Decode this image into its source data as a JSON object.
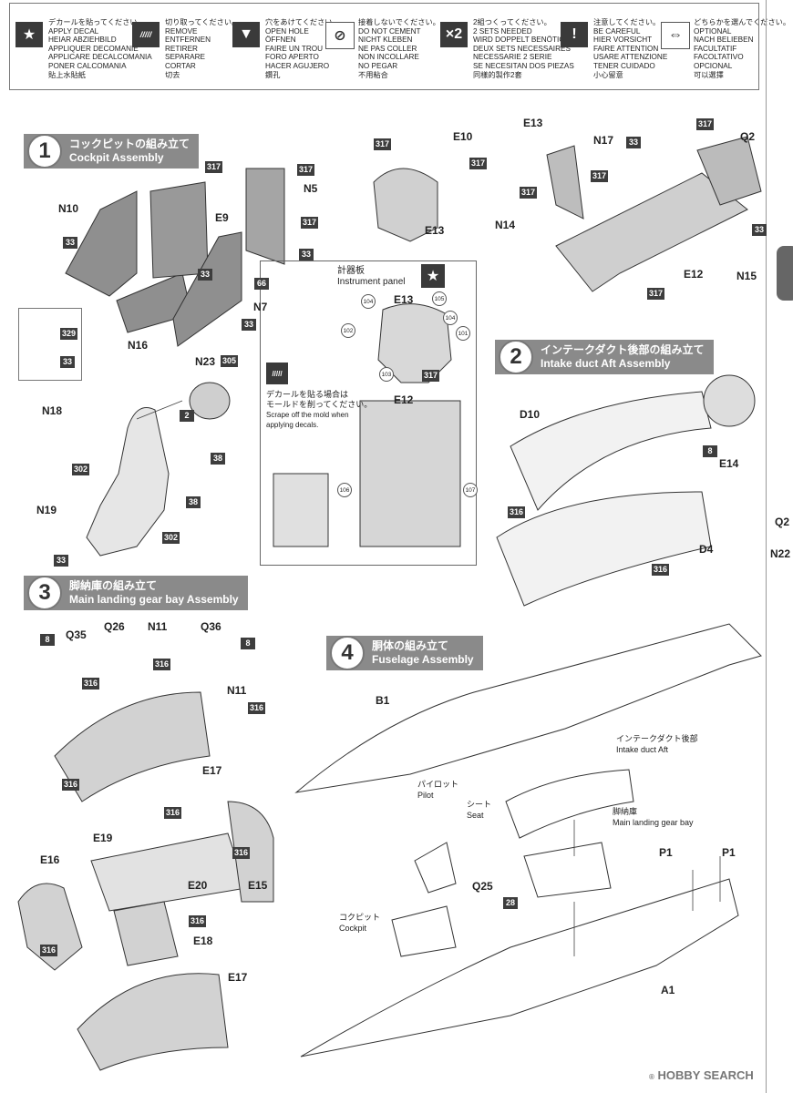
{
  "legend": [
    {
      "icon": "star-icon",
      "symbol": "★",
      "lines": [
        "デカールを貼ってください。",
        "APPLY DECAL",
        "HEIAR ABZIEHBILD",
        "APPLIQUER DECOMANIE",
        "APPLICARE DECALCOMANIA",
        "PONER CALCOMANIA",
        "貼上水貼紙"
      ]
    },
    {
      "icon": "remove-icon",
      "symbol": "/////",
      "lines": [
        "切り取ってください。",
        "REMOVE",
        "ENTFERNEN",
        "RETIRER",
        "SEPARARE",
        "CORTAR",
        "切去"
      ]
    },
    {
      "icon": "drill-icon",
      "symbol": "▼",
      "lines": [
        "穴をあけてください。",
        "OPEN HOLE",
        "ÖFFNEN",
        "FAIRE UN TROU",
        "FORO APERTO",
        "HACER AGUJERO",
        "鑽孔"
      ]
    },
    {
      "icon": "no-cement-icon",
      "symbol": "⊘",
      "lines": [
        "接着しないでください。",
        "DO NOT CEMENT",
        "NICHT KLEBEN",
        "NE PAS COLLER",
        "NON INCOLLARE",
        "NO PEGAR",
        "不用粘合"
      ]
    },
    {
      "icon": "times-two-icon",
      "symbol": "×2",
      "lines": [
        "2組つくってください。",
        "2 SETS NEEDED",
        "WIRD DOPPELT BENÖTIGT",
        "DEUX SETS NECESSAIRES",
        "NECESSARIE 2 SERIE",
        "SE NECESITAN DOS PIEZAS",
        "同樣的製作2套"
      ]
    },
    {
      "icon": "careful-icon",
      "symbol": "!",
      "lines": [
        "注意してください。",
        "BE CAREFUL",
        "HIER VORSICHT",
        "FAIRE ATTENTION",
        "USARE ATTENZIONE",
        "TENER CUIDADO",
        "小心留意"
      ]
    },
    {
      "icon": "optional-icon",
      "symbol": "⇔",
      "lines": [
        "どちらかを選んでください。",
        "OPTIONAL",
        "NACH BELIEBEN",
        "FACULTATIF",
        "FACOLTATIVO",
        "OPCIONAL",
        "可以選擇"
      ]
    }
  ],
  "steps": {
    "s1": {
      "num": "1",
      "jp": "コックピットの組み立て",
      "en": "Cockpit Assembly"
    },
    "s2": {
      "num": "2",
      "jp": "インテークダクト後部の組み立て",
      "en": "Intake duct Aft Assembly"
    },
    "s3": {
      "num": "3",
      "jp": "脚納庫の組み立て",
      "en": "Main landing gear bay Assembly"
    },
    "s4": {
      "num": "4",
      "jp": "胴体の組み立て",
      "en": "Fuselage Assembly"
    }
  },
  "panel": {
    "title_jp": "計器板",
    "title_en": "Instrument panel",
    "note_jp": "デカールを貼る場合は\nモールドを削ってください。",
    "note_en": "Scrape off the mold when\napplying decals."
  },
  "captions": {
    "intake_jp": "インテークダクト後部",
    "intake_en": "Intake duct Aft",
    "pilot_jp": "パイロット",
    "pilot_en": "Pilot",
    "seat_jp": "シート",
    "seat_en": "Seat",
    "bay_jp": "脚納庫",
    "bay_en": "Main landing gear bay",
    "cockpit_jp": "コクピット",
    "cockpit_en": "Cockpit"
  },
  "parts": {
    "N10": "N10",
    "E9": "E9",
    "N5": "N5",
    "N7": "N7",
    "N16": "N16",
    "E10": "E10",
    "E13": "E13",
    "E13b": "E13",
    "N17": "N17",
    "Q2": "Q2",
    "N14": "N14",
    "E12": "E12",
    "N15": "N15",
    "N23": "N23",
    "N18": "N18",
    "N19": "N19",
    "E13c": "E13",
    "E12b": "E12",
    "D10": "D10",
    "E14": "E14",
    "D4": "D4",
    "Q2r": "Q2",
    "N22r": "N22",
    "Q35": "Q35",
    "Q26": "Q26",
    "N11": "N11",
    "Q36": "Q36",
    "N11b": "N11",
    "E17": "E17",
    "E19": "E19",
    "E16": "E16",
    "E20": "E20",
    "E15": "E15",
    "E18": "E18",
    "E17b": "E17",
    "B1": "B1",
    "P1": "P1",
    "P1b": "P1",
    "Q25": "Q25",
    "A1": "A1"
  },
  "chips": [
    "317",
    "33",
    "317",
    "317",
    "33",
    "66",
    "33",
    "329",
    "33",
    "305",
    "38",
    "302",
    "38",
    "302",
    "33",
    "317",
    "317",
    "33",
    "317",
    "317",
    "317",
    "33",
    "317",
    "8",
    "316",
    "316",
    "8",
    "316",
    "316",
    "316",
    "8",
    "316",
    "316",
    "316",
    "316",
    "316",
    "316",
    "28",
    "2",
    "33",
    "317"
  ],
  "circles": [
    "104",
    "105",
    "104",
    "102",
    "101",
    "103",
    "106",
    "107"
  ],
  "watermark": {
    "brand": "HOBBY SEARCH",
    "reg": "®"
  }
}
